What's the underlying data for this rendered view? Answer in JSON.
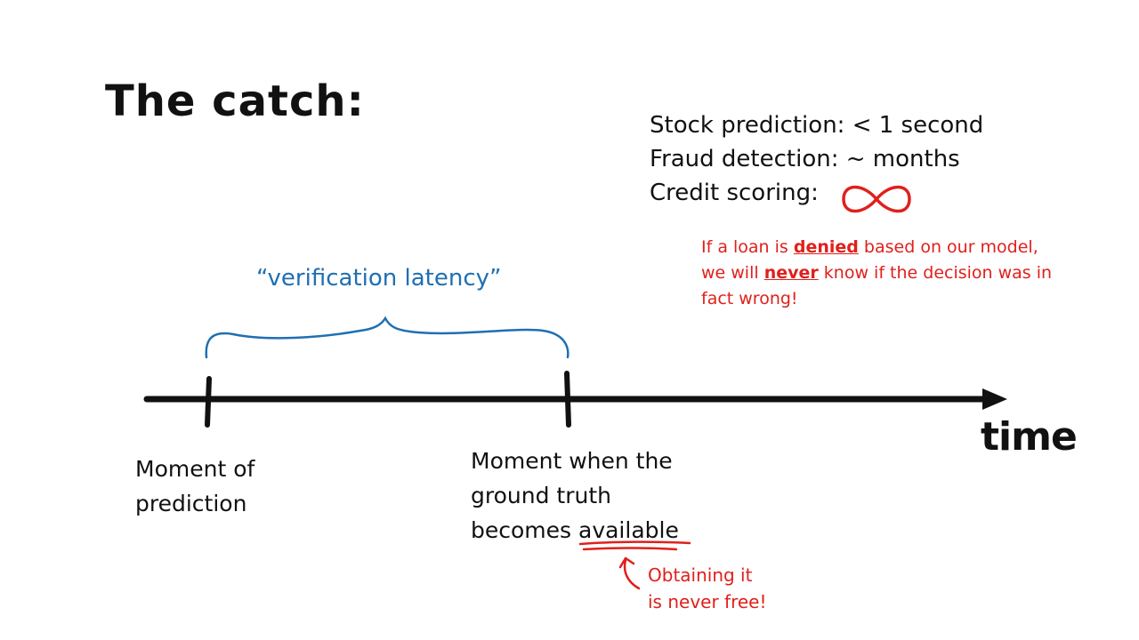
{
  "title": "The catch:",
  "latency_examples": [
    {
      "label": "Stock prediction: < 1 second"
    },
    {
      "label": "Fraud detection: ~ months"
    },
    {
      "label": "Credit scoring:"
    }
  ],
  "infinity_icon": "infinity-icon",
  "credit_note": {
    "part1": "If a loan is ",
    "emph1": "denied",
    "part2": " based on our model,",
    "part3": "we will ",
    "emph2": "never",
    "part4": " know if the decision was in",
    "part5": "fact wrong!"
  },
  "bracket_label": "“verification latency”",
  "timeline": {
    "axis_label": "time",
    "left_tick_caption": {
      "line1": "Moment of",
      "line2": "prediction"
    },
    "right_tick_caption": {
      "line1": "Moment when the",
      "line2": "ground truth",
      "line3a": "becomes ",
      "line3b": "available"
    },
    "free_note": {
      "line1": "Obtaining it",
      "line2": "is never free!"
    }
  },
  "colors": {
    "ink": "#111111",
    "red": "#e0201c",
    "blue": "#1f6fb2"
  }
}
